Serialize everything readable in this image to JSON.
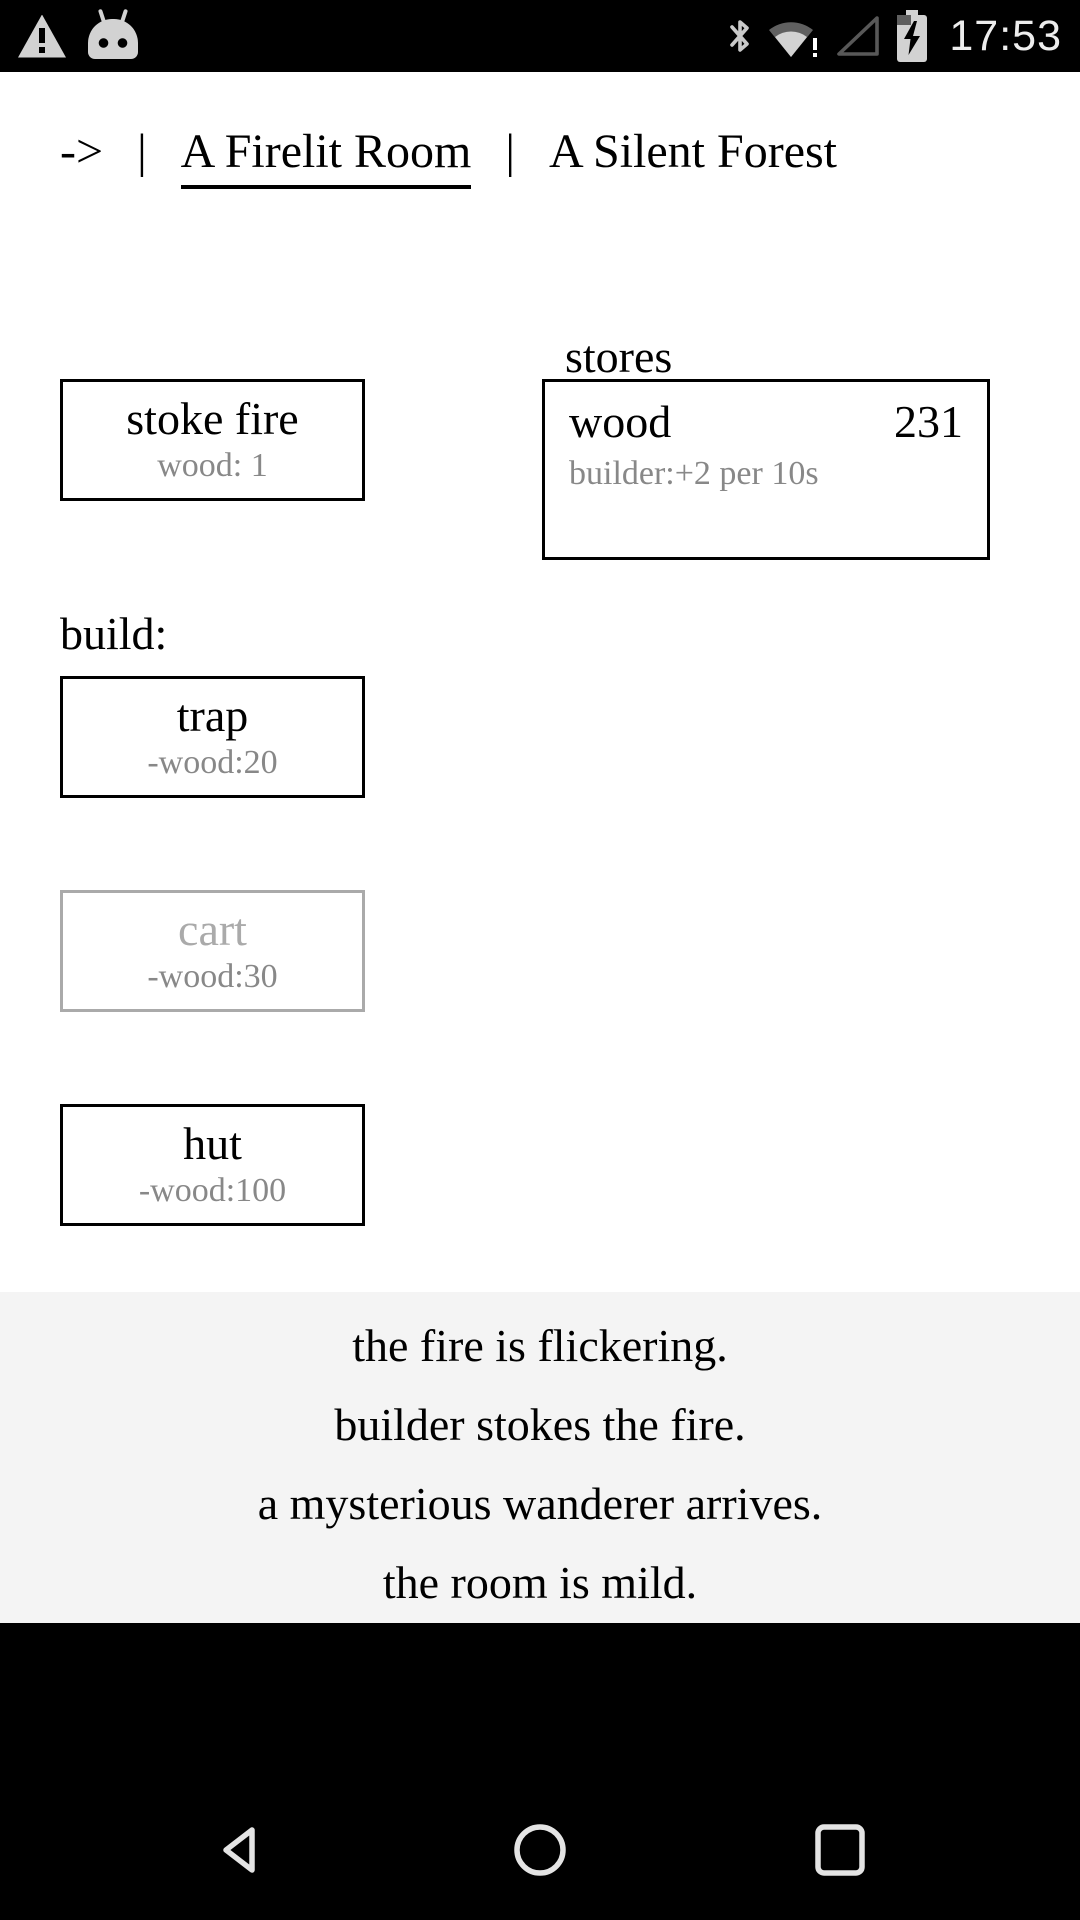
{
  "status_bar": {
    "time": "17:53",
    "icons": {
      "left": [
        "warning",
        "android"
      ],
      "right": [
        "bluetooth",
        "wifi-no-internet",
        "signal-empty",
        "battery-charging"
      ]
    }
  },
  "header": {
    "arrow": "->",
    "separator": "|",
    "tabs": [
      {
        "label": "A Firelit Room",
        "active": true
      },
      {
        "label": "A Silent Forest",
        "active": false
      }
    ]
  },
  "main": {
    "stoke_button": {
      "label": "stoke fire",
      "cost": "wood: 1"
    },
    "stores": {
      "legend": "stores",
      "rows": [
        {
          "name": "wood",
          "value": "231"
        }
      ],
      "note": "builder:+2 per 10s"
    },
    "build_label": "build:",
    "build_buttons": [
      {
        "label": "trap",
        "cost": "-wood:20",
        "enabled": true
      },
      {
        "label": "cart",
        "cost": "-wood:30",
        "enabled": false
      },
      {
        "label": "hut",
        "cost": "-wood:100",
        "enabled": true
      }
    ]
  },
  "messages": [
    "the fire is flickering.",
    "builder stokes the fire.",
    "a mysterious wanderer arrives.",
    "the room is mild."
  ],
  "colors": {
    "text": "#000000",
    "cost_gray": "#888888",
    "disabled_gray": "#aaaaaa",
    "message_bg": "#f4f4f4",
    "bar_bg": "#000000"
  }
}
